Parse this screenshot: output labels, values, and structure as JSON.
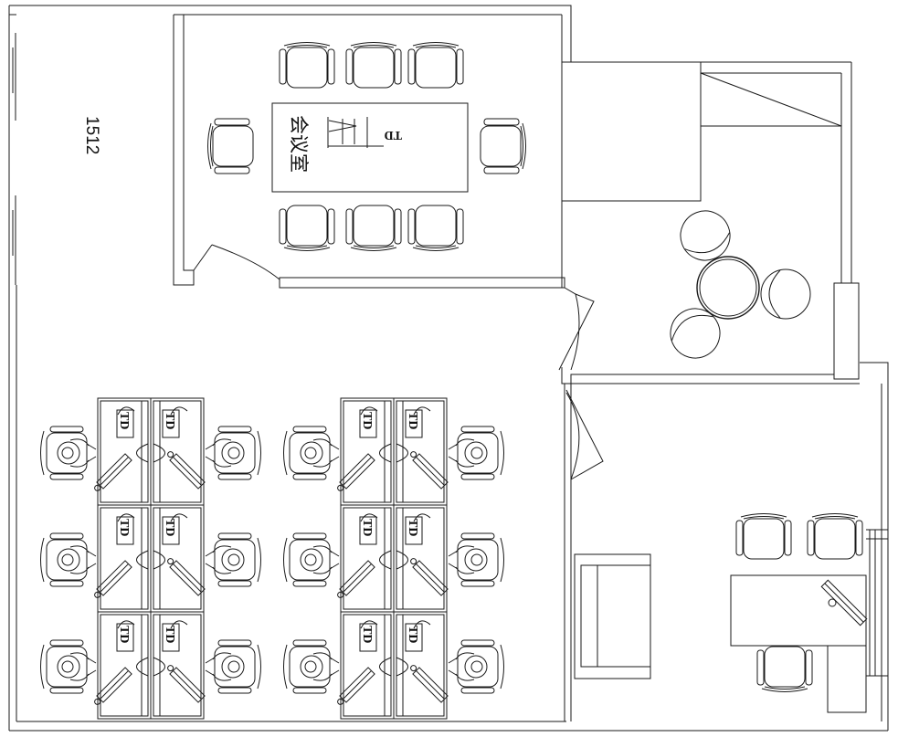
{
  "plan": {
    "room_number": "1512",
    "meeting_room_label": "会议室",
    "desk_tag": "TD"
  }
}
